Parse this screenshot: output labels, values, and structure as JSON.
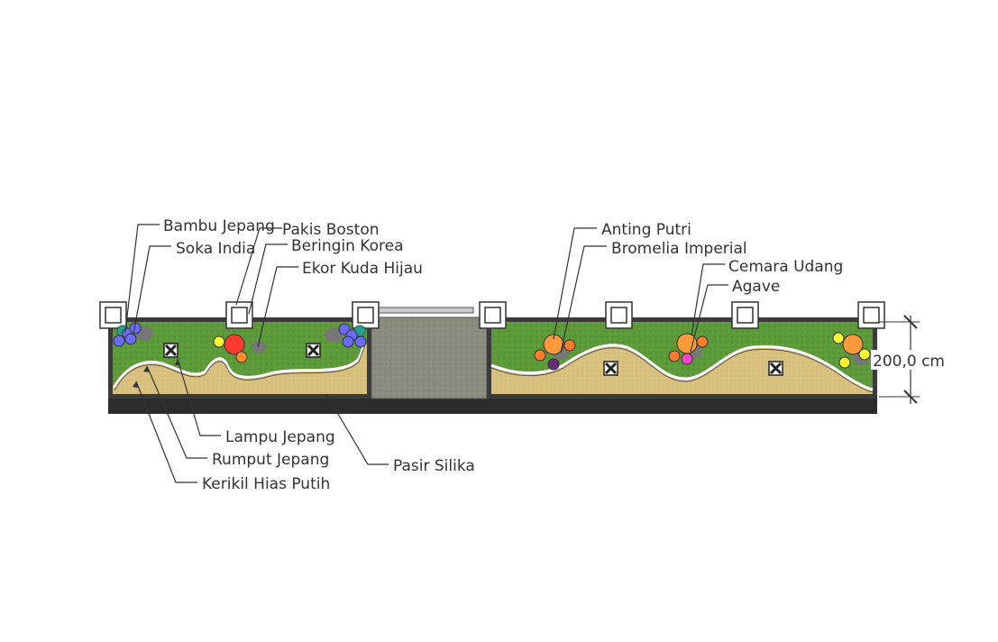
{
  "labels_top": {
    "bambu_jepang": "Bambu Jepang",
    "pakis_boston": "Pakis Boston",
    "soka_india": "Soka India",
    "beringin_korea": "Beringin Korea",
    "ekor_kuda_hijau": "Ekor Kuda Hijau",
    "anting_putri": "Anting Putri",
    "bromelia_imperial": "Bromelia Imperial",
    "cemara_udang": "Cemara Udang",
    "agave": "Agave"
  },
  "labels_bottom": {
    "lampu_jepang": "Lampu Jepang",
    "rumput_jepang": "Rumput Jepang",
    "kerikil_hias_putih": "Kerikil Hias Putih",
    "pasir_silika": "Pasir Silika"
  },
  "dimension": {
    "height_label": "200,0 cm"
  },
  "colors": {
    "grass": "#5c9a3a",
    "sand": "#d8c07e",
    "gravel_path": "#8a8a7e",
    "border": "#3a3a3a",
    "base": "#2c2c2c"
  }
}
